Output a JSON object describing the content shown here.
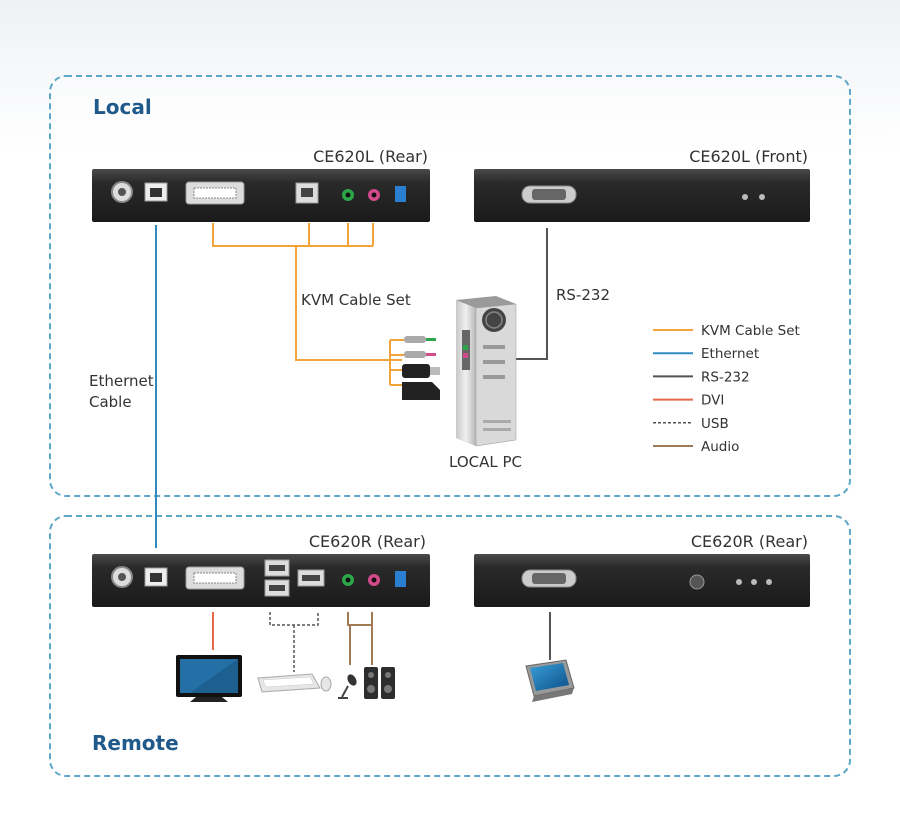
{
  "zones": {
    "local": "Local",
    "remote": "Remote"
  },
  "devices": {
    "ce620l_rear": "CE620L (Rear)",
    "ce620l_front": "CE620L (Front)",
    "ce620r_rear": "CE620R (Rear)",
    "ce620r_front": "CE620R (Rear)"
  },
  "labels": {
    "kvm_cable_set": "KVM Cable Set",
    "rs232": "RS-232",
    "ethernet_line1": "Ethernet",
    "ethernet_line2": "Cable",
    "local_pc": "LOCAL PC"
  },
  "legend": [
    {
      "label": "KVM Cable Set",
      "color": "#f2a43a",
      "dashed": false
    },
    {
      "label": "Ethernet",
      "color": "#2e8bc0",
      "dashed": false
    },
    {
      "label": "RS-232",
      "color": "#555555",
      "dashed": false
    },
    {
      "label": "DVI",
      "color": "#e8684a",
      "dashed": false
    },
    {
      "label": "USB",
      "color": "#555555",
      "dashed": true
    },
    {
      "label": "Audio",
      "color": "#a07a55",
      "dashed": false
    }
  ],
  "colors": {
    "zone_border": "#5ba7c7",
    "device_body": "#2b2b2b",
    "kvm": "#f2a43a",
    "ethernet": "#2e8bc0",
    "rs232": "#555555",
    "dvi": "#e8684a",
    "usb": "#555555",
    "audio": "#a07a55"
  }
}
